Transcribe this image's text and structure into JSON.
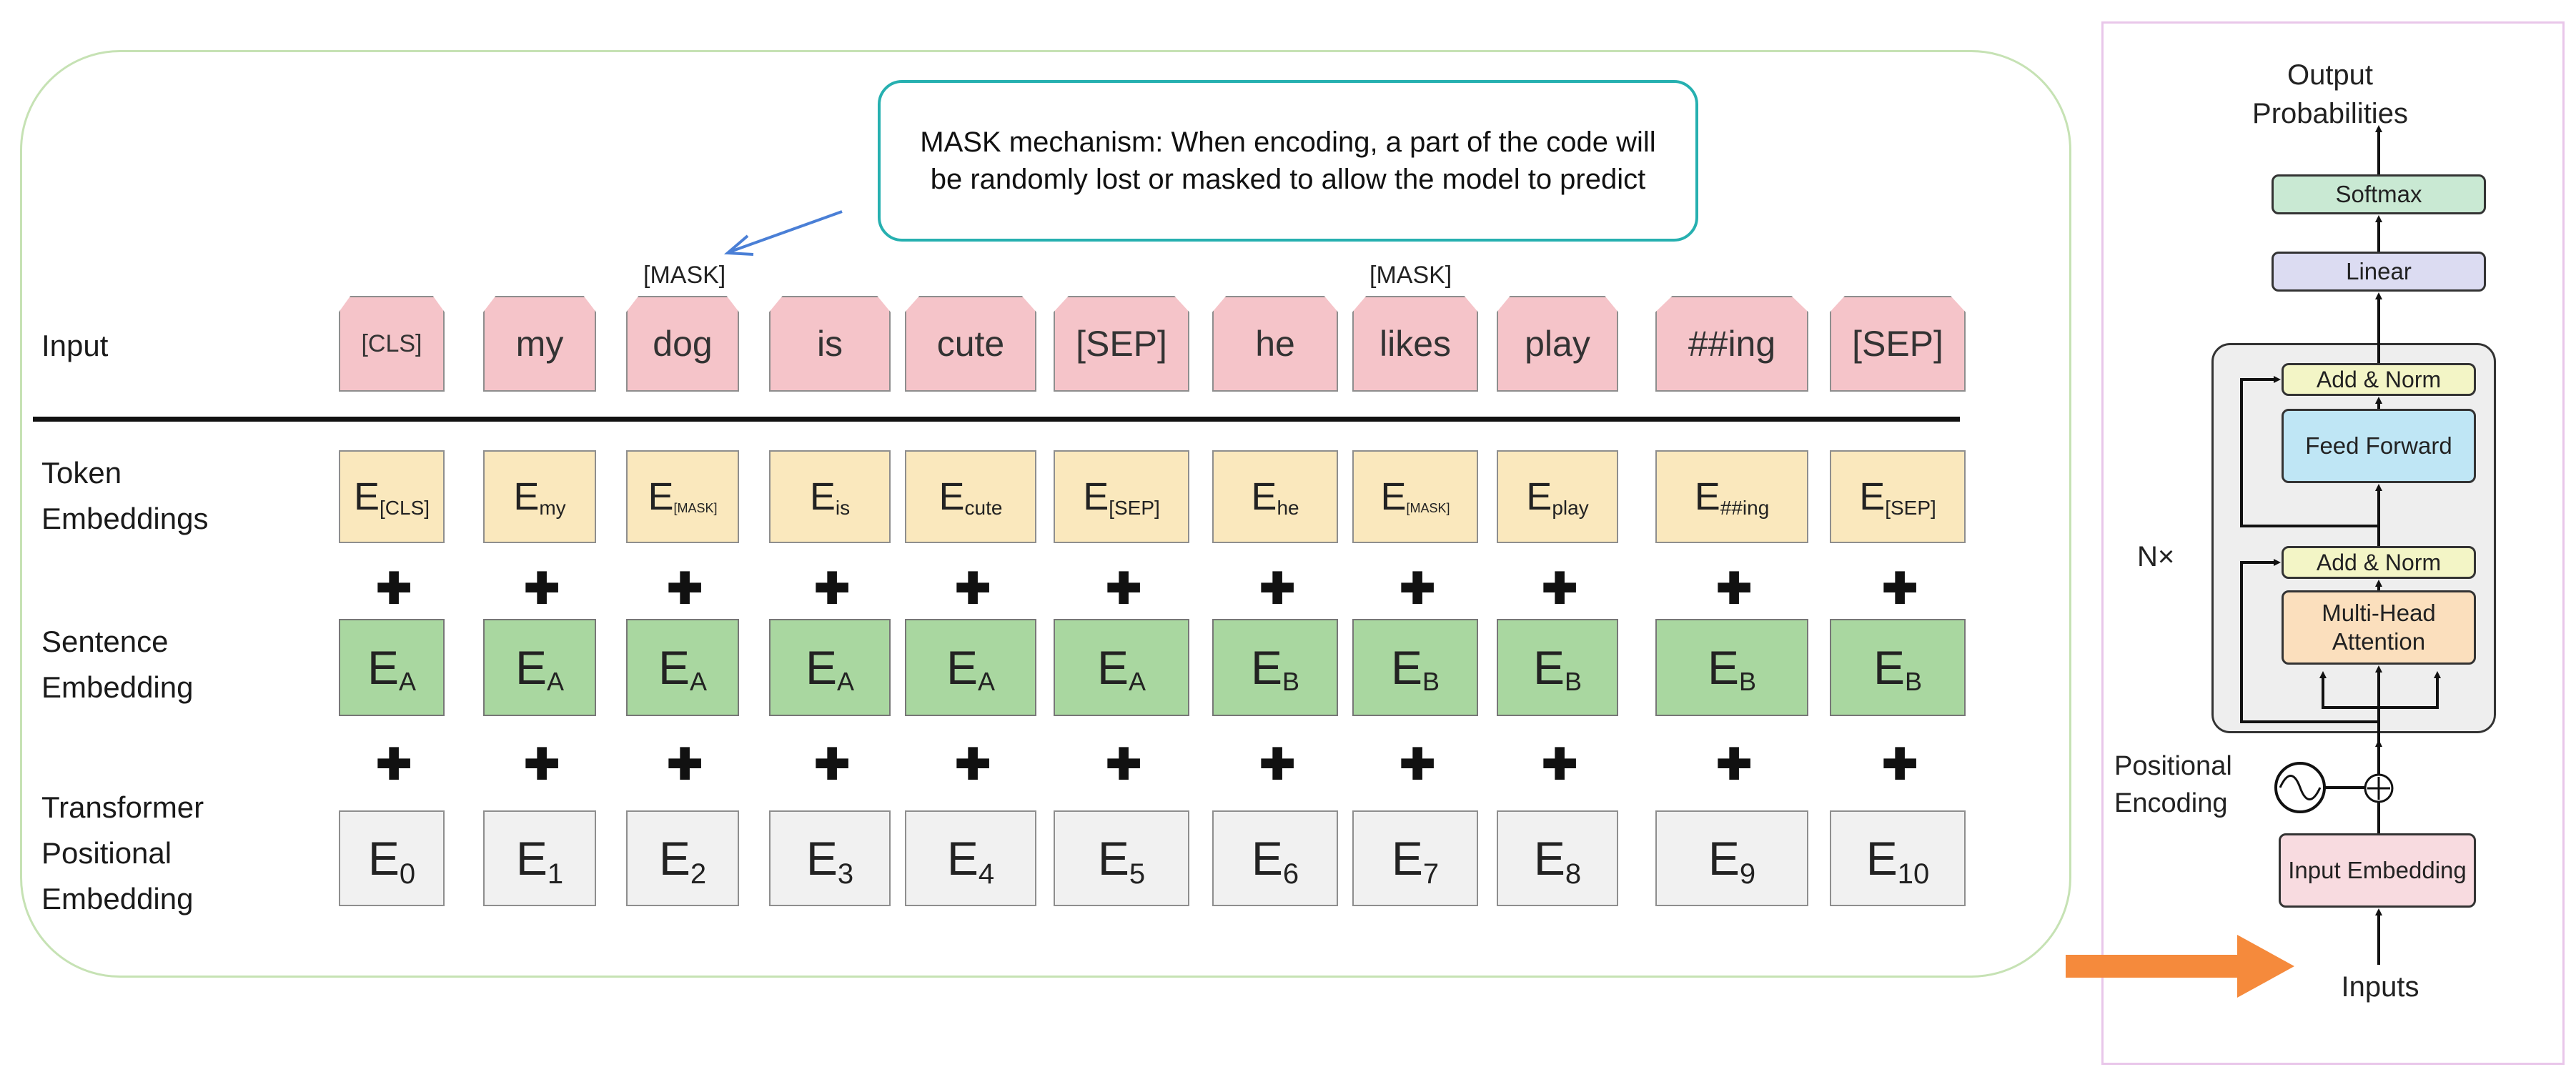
{
  "callout": {
    "text": "MASK mechanism: When encoding, a part of the code will be randomly lost or masked to allow the model to predict"
  },
  "mask_labels": [
    "[MASK]",
    "[MASK]"
  ],
  "row_labels": {
    "input": "Input",
    "token": "Token Embeddings",
    "sentence": "Sentence Embedding",
    "positional": "Transformer Positional Embedding"
  },
  "tokens": [
    "[CLS]",
    "my",
    "dog",
    "is",
    "cute",
    "[SEP]",
    "he",
    "likes",
    "play",
    "##ing",
    "[SEP]"
  ],
  "token_embeddings": [
    {
      "main": "E",
      "sub": "[CLS]"
    },
    {
      "main": "E",
      "sub": "my"
    },
    {
      "main": "E",
      "sub": "[MASK]"
    },
    {
      "main": "E",
      "sub": "is"
    },
    {
      "main": "E",
      "sub": "cute"
    },
    {
      "main": "E",
      "sub": "[SEP]"
    },
    {
      "main": "E",
      "sub": "he"
    },
    {
      "main": "E",
      "sub": "[MASK]"
    },
    {
      "main": "E",
      "sub": "play"
    },
    {
      "main": "E",
      "sub": "##ing"
    },
    {
      "main": "E",
      "sub": "[SEP]"
    }
  ],
  "sentence_embeddings": [
    {
      "main": "E",
      "sub": "A"
    },
    {
      "main": "E",
      "sub": "A"
    },
    {
      "main": "E",
      "sub": "A"
    },
    {
      "main": "E",
      "sub": "A"
    },
    {
      "main": "E",
      "sub": "A"
    },
    {
      "main": "E",
      "sub": "A"
    },
    {
      "main": "E",
      "sub": "B"
    },
    {
      "main": "E",
      "sub": "B"
    },
    {
      "main": "E",
      "sub": "B"
    },
    {
      "main": "E",
      "sub": "B"
    },
    {
      "main": "E",
      "sub": "B"
    }
  ],
  "positional_embeddings": [
    {
      "main": "E",
      "sub": "0"
    },
    {
      "main": "E",
      "sub": "1"
    },
    {
      "main": "E",
      "sub": "2"
    },
    {
      "main": "E",
      "sub": "3"
    },
    {
      "main": "E",
      "sub": "4"
    },
    {
      "main": "E",
      "sub": "5"
    },
    {
      "main": "E",
      "sub": "6"
    },
    {
      "main": "E",
      "sub": "7"
    },
    {
      "main": "E",
      "sub": "8"
    },
    {
      "main": "E",
      "sub": "9"
    },
    {
      "main": "E",
      "sub": "10"
    }
  ],
  "plus_symbol": "✚",
  "transformer": {
    "output_label": "Output Probabilities",
    "softmax": "Softmax",
    "linear": "Linear",
    "add_norm_top": "Add & Norm",
    "feed_forward": "Feed Forward",
    "add_norm_bottom": "Add & Norm",
    "multi_head": "Multi-Head Attention",
    "nx": "N×",
    "positional_encoding": "Positional Encoding",
    "input_embedding": "Input Embedding",
    "inputs": "Inputs"
  },
  "colors": {
    "input_token": "#f5c4c9",
    "token_embedding": "#fae8bd",
    "segment_embedding": "#a9d7a0",
    "positional_embedding": "#f1f1f1",
    "callout_border": "#26b0b0",
    "arrow_orange": "#f58a3c",
    "softmax": "#c9e9d3",
    "linear": "#dcdcf2",
    "add_norm": "#f3f5c6",
    "feed_forward": "#bfe6f5",
    "multi_head": "#fbdfbd",
    "input_embedding": "#f8dbe0"
  }
}
